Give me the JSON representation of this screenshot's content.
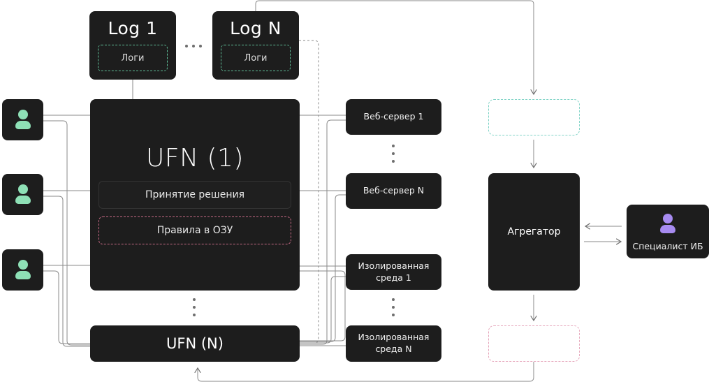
{
  "logs": [
    {
      "title": "Log 1",
      "label": "Логи"
    },
    {
      "title": "Log N",
      "label": "Логи"
    }
  ],
  "ufn1": {
    "title": "UFN (1)",
    "decision_label": "Принятие решения",
    "rules_label": "Правила в ОЗУ"
  },
  "ufnN": {
    "title": "UFN (N)"
  },
  "services": {
    "web1": "Веб-сервер 1",
    "webN": "Веб-сервер N",
    "iso1_line1": "Изолированная",
    "iso1_line2": "среда 1",
    "isoN_line1": "Изолированная",
    "isoN_line2": "среда N"
  },
  "aggregator": {
    "label": "Агрегатор"
  },
  "specialist": {
    "label": "Специалист ИБ"
  },
  "colors": {
    "box": "#1d1d1d",
    "wire": "#8a8a8a",
    "green_accent": "#5fbf99",
    "pink_accent": "#c86a86",
    "user_avatar": "#8ee0b6",
    "specialist_avatar": "#a78bf0"
  }
}
